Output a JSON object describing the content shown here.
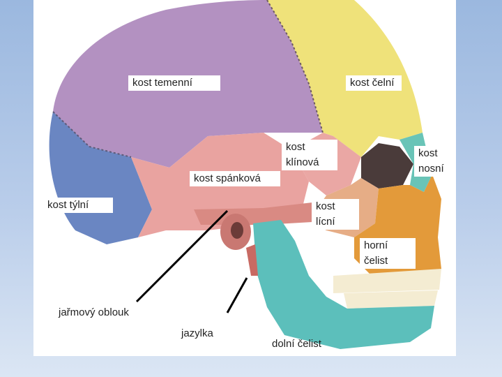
{
  "colors": {
    "slide_background_top": "#9bb8df",
    "slide_background_bottom": "#dbe6f4",
    "parietal": "#b391c1",
    "frontal": "#efe27a",
    "occipital": "#6a86c2",
    "temporal": "#e9a3a0",
    "sphenoid": "#eaa7a4",
    "nasal": "#69c4b7",
    "zygomatic": "#e6ad86",
    "maxilla": "#e39a3a",
    "mandible": "#5cbfbb",
    "hyoid": "#c86a63",
    "teeth": "#f4ecd2",
    "pointer_line": "#000000"
  },
  "labels": {
    "parietal": "kost temenní",
    "frontal": "kost čelní",
    "sphenoid_line1": "kost",
    "sphenoid_line2": "klínová",
    "nasal_line1": "kost",
    "nasal_line2": "nosní",
    "temporal": "kost spánková",
    "occipital": "kost týlní",
    "zygomatic_line1": "kost",
    "zygomatic_line2": "lícní",
    "maxilla_line1": "horní",
    "maxilla_line2": "čelist",
    "zygomatic_arch": "jařmový oblouk",
    "hyoid": "jazylka",
    "mandible": "dolní čelist"
  }
}
